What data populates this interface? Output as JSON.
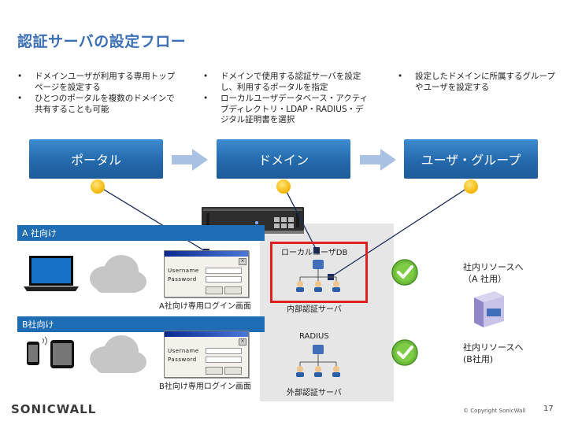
{
  "title": "認証サーバの設定フロー",
  "columns": [
    {
      "bullets": [
        "ドメインユーザが利用する専用トップページを設定する",
        "ひとつのポータルを複数のドメインで共有することも可能"
      ]
    },
    {
      "bullets": [
        "ドメインで使用する認証サーバを設定し、利用するポータルを指定",
        "ローカルユーザデータベース・アクティブディレクトリ・LDAP・RADIUS・デジタル証明書を選択"
      ]
    },
    {
      "bullets": [
        "設定したドメインに所属するグループやユーザを設定する"
      ]
    }
  ],
  "banners": [
    "ポータル",
    "ドメイン",
    "ユーザ・グループ"
  ],
  "sections": {
    "a": {
      "tag": "A 社向け",
      "login_caption": "A社向け専用ログイン画面",
      "server_top_label": "ローカルユーザDB",
      "server_caption": "内部認証サーバ",
      "resource_label": "社内リソースへ\n（A 社用）"
    },
    "b": {
      "tag": "B社向け",
      "login_caption": "B社向け専用ログイン画面",
      "server_top_label": "RADIUS",
      "server_caption": "外部認証サーバ",
      "resource_label": "社内リソースへ\n(B社用)"
    }
  },
  "login_window": {
    "username_label": "Username",
    "password_label": "Password"
  },
  "footer": {
    "logo": "SONICWALL",
    "copyright": "© Copyright SonicWall",
    "page_number": "17"
  },
  "colors": {
    "accent": "#1e6cb3",
    "title": "#3b6fb6",
    "highlight_box": "#e02020",
    "connector": "#1a2a5a",
    "pin": "#f4b400"
  }
}
